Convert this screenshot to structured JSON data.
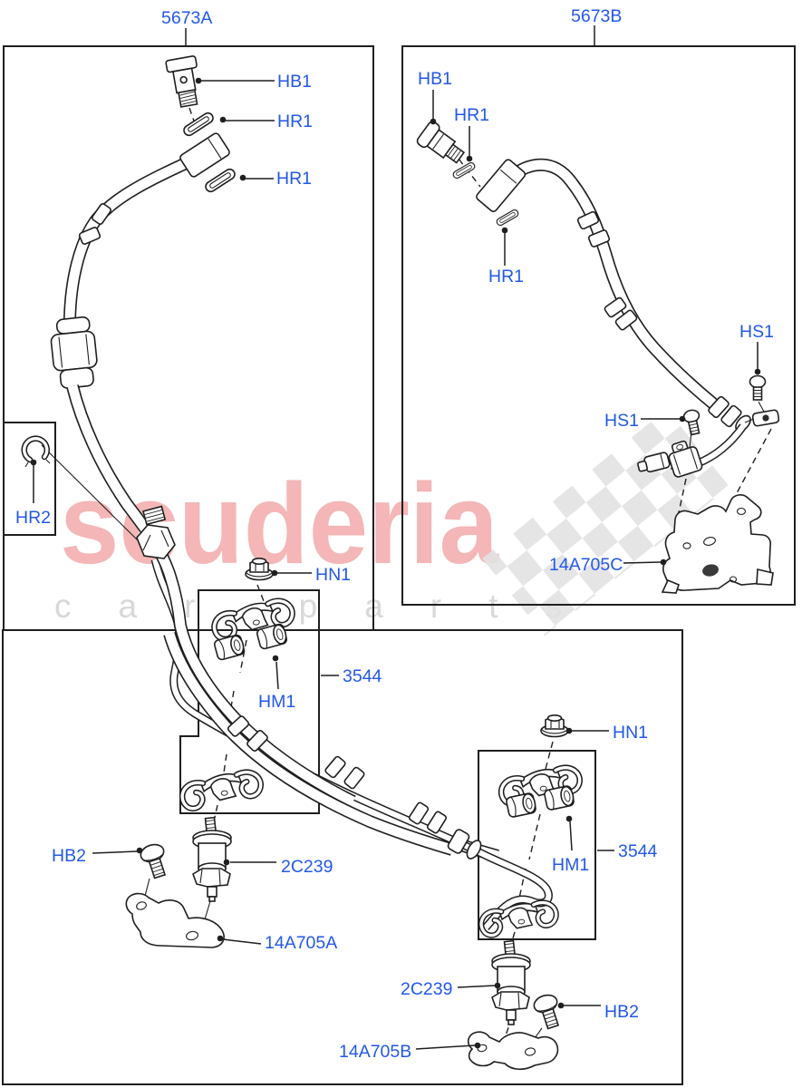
{
  "page": {
    "background": "#ffffff"
  },
  "colors": {
    "label_blue": "#2358e8",
    "line_black": "#1f1f1f",
    "watermark_pink": "#f4b6b6",
    "watermark_gray": "#d8d8d8",
    "checker_gray": "#e2e2e2"
  },
  "assembly_boxes": {
    "left": "5673A",
    "right": "5673B"
  },
  "watermark": {
    "brand": "scuderia",
    "tagline": "car parts"
  },
  "labels": {
    "left_banjo_bolt": "HB1",
    "left_oring_upper": "HR1",
    "left_oring_lower": "HR1",
    "left_retainer_clip": "HR2",
    "right_banjo_bolt": "HB1",
    "right_oring_upper": "HR1",
    "right_oring_lower": "HR1",
    "screw_upper": "HS1",
    "screw_lower": "HS1",
    "bracket_c": "14A705C",
    "nut_kit1": "HN1",
    "clamp_kit1": "3544",
    "bush_kit1": "HM1",
    "nut_kit2": "HN1",
    "clamp_kit2": "3544",
    "bush_kit2": "HM1",
    "bolt_left": "HB2",
    "isolator_left": "2C239",
    "bracket_a": "14A705A",
    "isolator_right": "2C239",
    "bolt_right": "HB2",
    "bracket_b": "14A705B"
  }
}
